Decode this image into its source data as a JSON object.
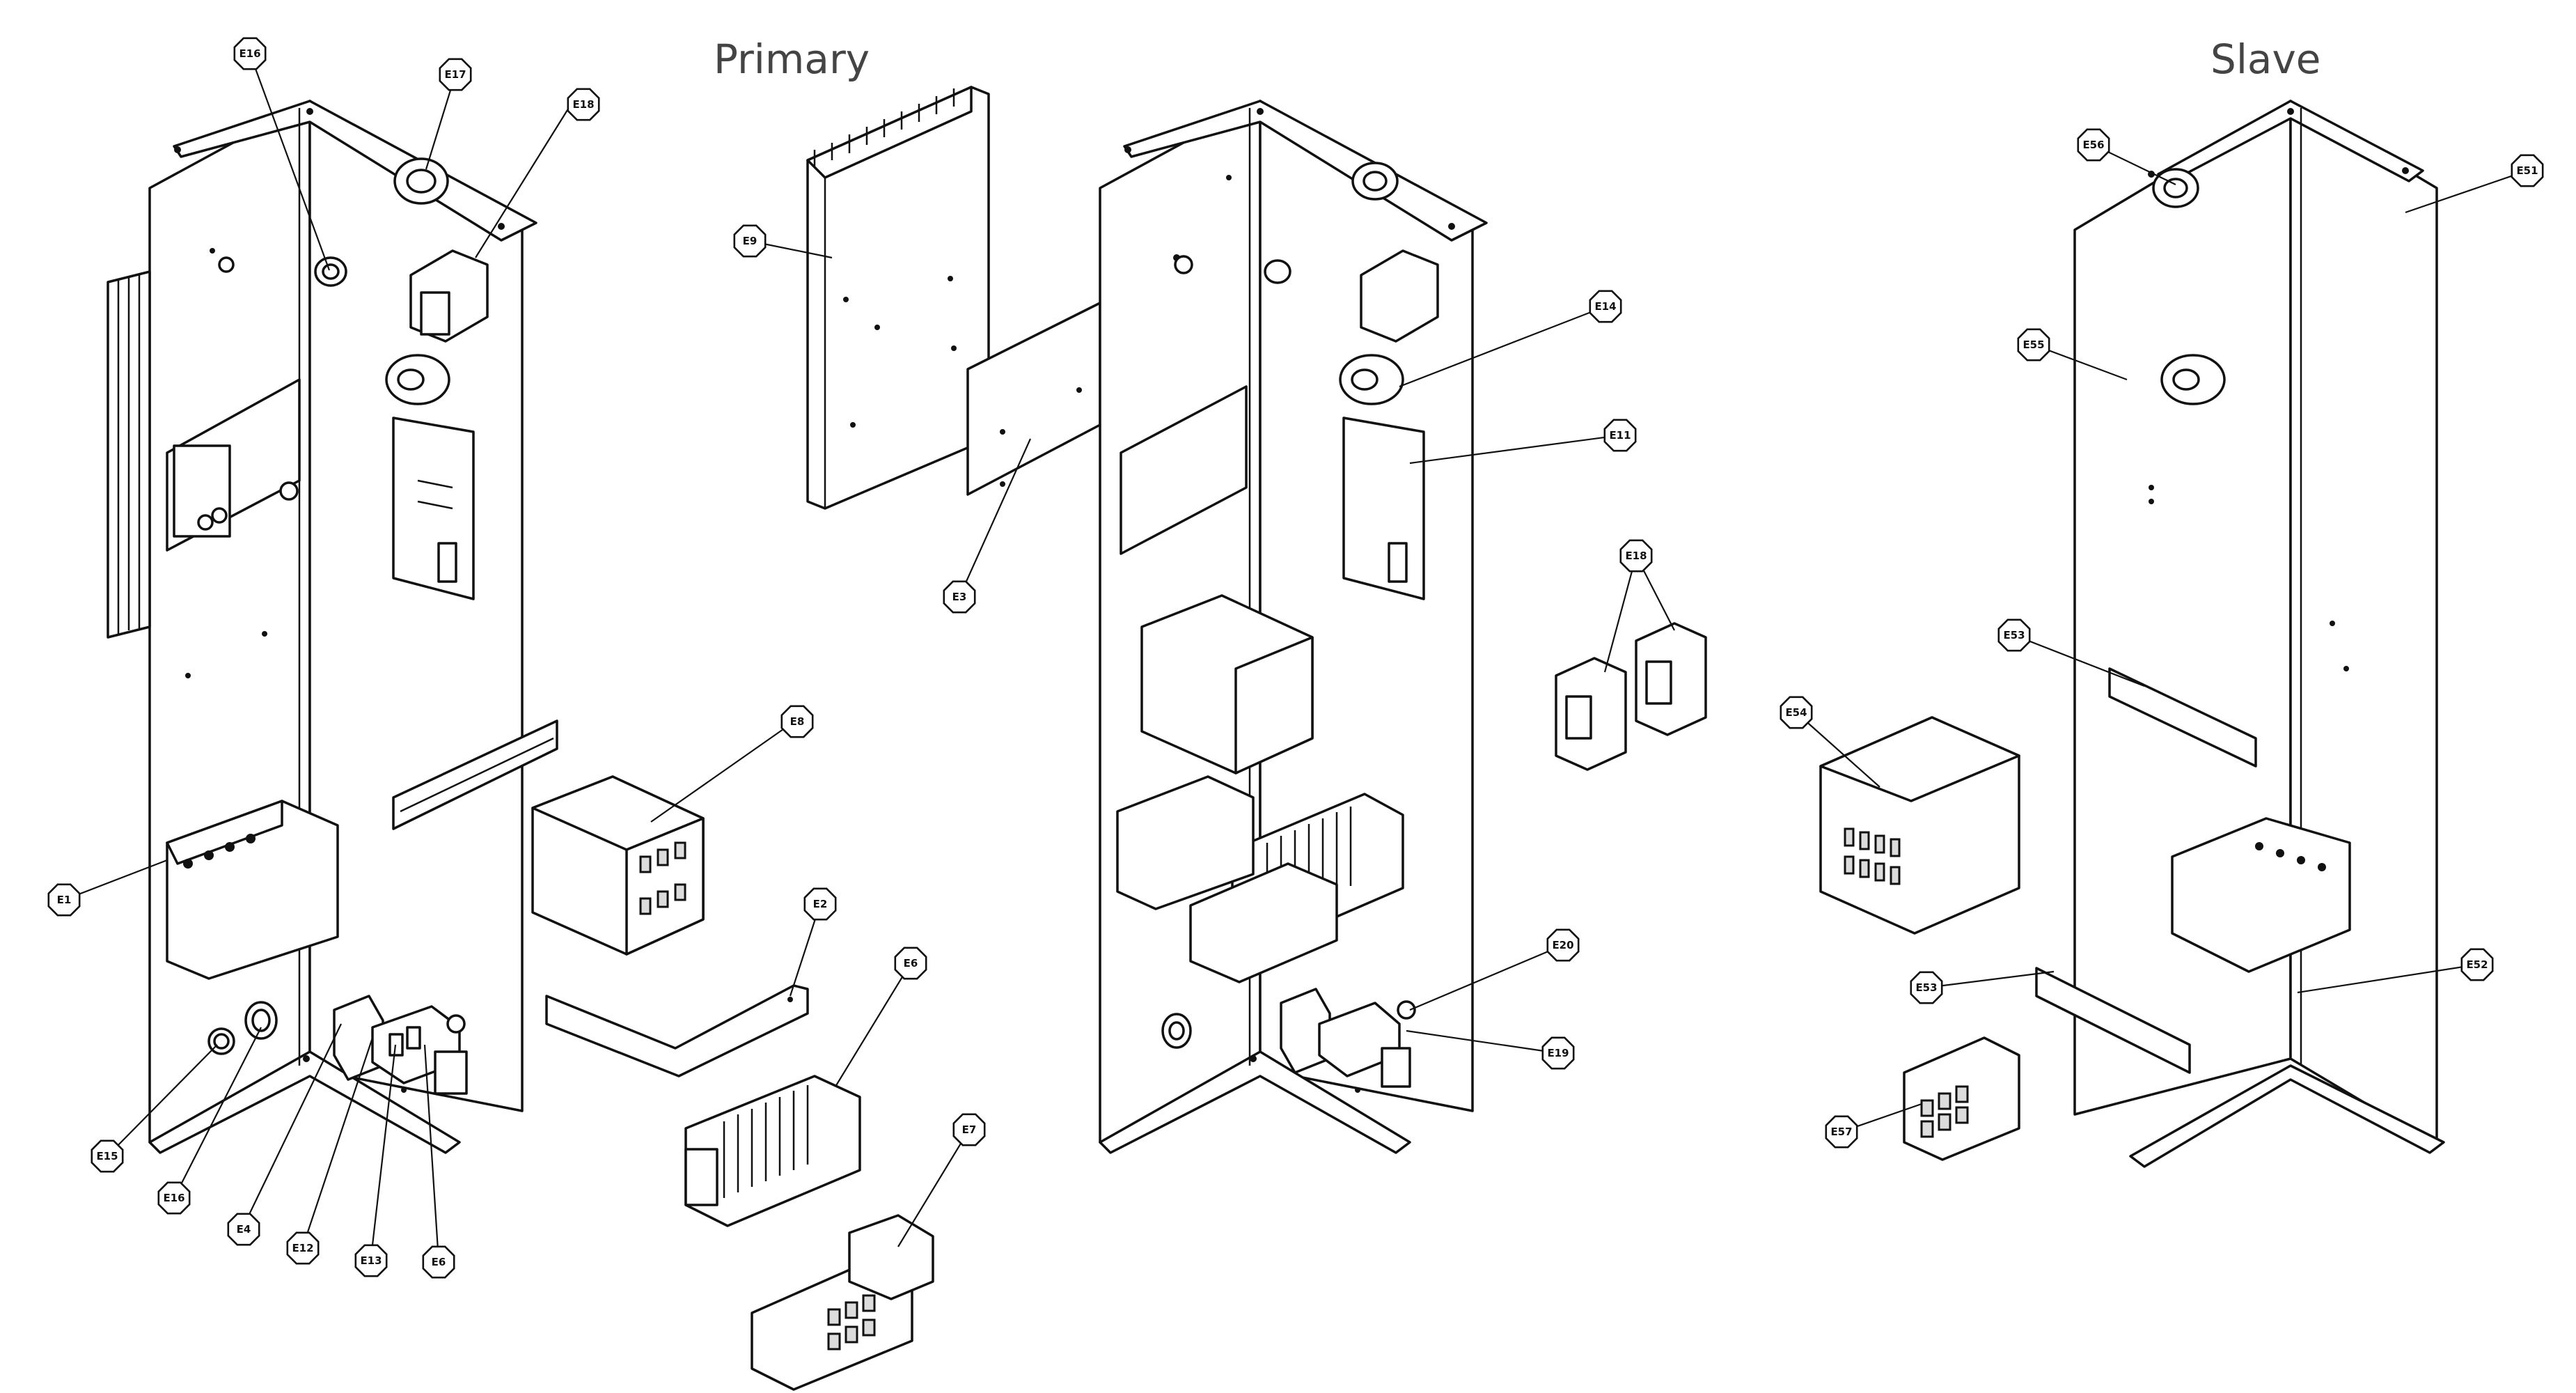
{
  "titles": {
    "primary": "Primary",
    "slave": "Slave"
  },
  "callouts": [
    {
      "label": "E16"
    },
    {
      "label": "E17"
    },
    {
      "label": "E18"
    },
    {
      "label": "E9"
    },
    {
      "label": "E3"
    },
    {
      "label": "E8"
    },
    {
      "label": "E2"
    },
    {
      "label": "E6"
    },
    {
      "label": "E1"
    },
    {
      "label": "E15"
    },
    {
      "label": "E16"
    },
    {
      "label": "E4"
    },
    {
      "label": "E12"
    },
    {
      "label": "E13"
    },
    {
      "label": "E6"
    },
    {
      "label": "E7"
    },
    {
      "label": "E14"
    },
    {
      "label": "E11"
    },
    {
      "label": "E18"
    },
    {
      "label": "E20"
    },
    {
      "label": "E19"
    },
    {
      "label": "E56"
    },
    {
      "label": "E51"
    },
    {
      "label": "E55"
    },
    {
      "label": "E53"
    },
    {
      "label": "E54"
    },
    {
      "label": "E52"
    },
    {
      "label": "E53"
    },
    {
      "label": "E57"
    }
  ]
}
